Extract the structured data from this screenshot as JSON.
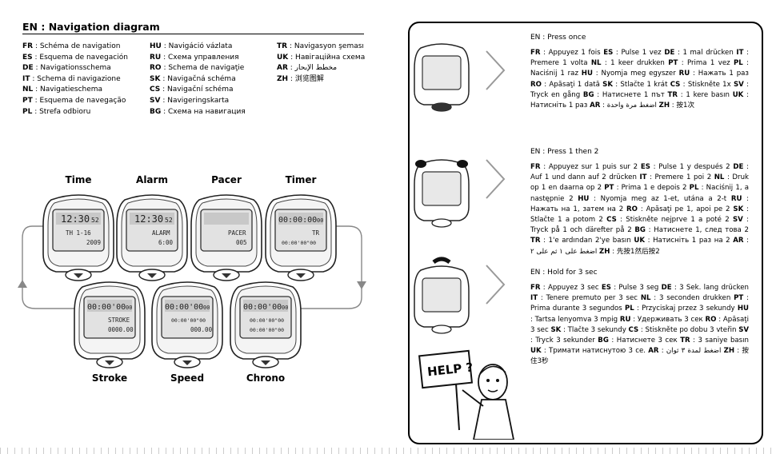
{
  "title": "EN : Navigation diagram",
  "translations": {
    "col1": [
      {
        "code": "FR",
        "text": " : Schéma de navigation"
      },
      {
        "code": "ES",
        "text": " : Esquema de navegación"
      },
      {
        "code": "DE",
        "text": " : Navigationsschema"
      },
      {
        "code": "IT",
        "text": " : Schema di navigazione"
      },
      {
        "code": "NL",
        "text": " : Navigatieschema"
      },
      {
        "code": "PT",
        "text": " : Esquema de navegação"
      },
      {
        "code": "PL",
        "text": " : Strefa odbioru"
      }
    ],
    "col2": [
      {
        "code": "HU",
        "text": " : Navigáció vázlata"
      },
      {
        "code": "RU",
        "text": " : Схема управления"
      },
      {
        "code": "RO",
        "text": " : Schema de navigaţie"
      },
      {
        "code": "SK",
        "text": " : Navigačná schéma"
      },
      {
        "code": "CS",
        "text": " : Navigační schéma"
      },
      {
        "code": "SV",
        "text": " : Navigeringskarta"
      },
      {
        "code": "BG",
        "text": " : Схема на навигация"
      }
    ],
    "col3": [
      {
        "code": "TR",
        "text": " : Navigasyon şeması"
      },
      {
        "code": "UK",
        "text": " : Навігаційна схема"
      },
      {
        "code": "AR",
        "text": " : مخطط الإبحار"
      },
      {
        "code": "ZH",
        "text": " : 浏览图解"
      }
    ]
  },
  "modes": {
    "time": {
      "label": "Time",
      "l1": "12:30",
      "l1s": "52",
      "l2": "TH 1-16",
      "l3": "2009"
    },
    "alarm": {
      "label": "Alarm",
      "l1": "12:30",
      "l1s": "52",
      "l2": "ALARM",
      "l3": "6:00"
    },
    "pacer": {
      "label": "Pacer",
      "l2": "PACER",
      "l3": "005"
    },
    "timer": {
      "label": "Timer",
      "l1": "00:00:00",
      "l1s": "00",
      "l2": "TR",
      "l3": "00:00'00\"00"
    },
    "stroke": {
      "label": "Stroke",
      "l1": "00:00'00",
      "l1s": "00",
      "l2": "STROKE",
      "l3": "0000.00"
    },
    "speed": {
      "label": "Speed",
      "l1": "00:00'00",
      "l1s": "00",
      "l2": "00:00'00\"00",
      "l3": "000.00"
    },
    "chrono": {
      "label": "Chrono",
      "l1": "00:00'00",
      "l1s": "00",
      "l2": "00:00'00\"00",
      "l3": "00:00'00\"00"
    }
  },
  "steps": [
    {
      "head": "EN : Press once",
      "body": [
        {
          "b": "FR",
          "t": " : Appuyez 1 fois "
        },
        {
          "b": "ES",
          "t": " : Pulse 1 vez "
        },
        {
          "b": "DE",
          "t": " : 1 mal drücken "
        },
        {
          "b": "IT",
          "t": " : Premere 1 volta "
        },
        {
          "b": "NL",
          "t": " : 1 keer drukken "
        },
        {
          "b": "PT",
          "t": " : Prima 1 vez "
        },
        {
          "b": "PL",
          "t": " : Naciśnij 1 raz "
        },
        {
          "b": "HU",
          "t": " : Nyomja meg egyszer "
        },
        {
          "b": "RU",
          "t": " : Нажать 1 раз "
        },
        {
          "b": "RO",
          "t": " : Apăsaţi 1 dată "
        },
        {
          "b": "SK",
          "t": " : Stlačte 1 krát "
        },
        {
          "b": "CS",
          "t": " : Stiskněte 1x "
        },
        {
          "b": "SV",
          "t": " : Tryck en gång "
        },
        {
          "b": "BG",
          "t": " : Натиснете 1 път "
        },
        {
          "b": "TR",
          "t": " : 1 kere basın "
        },
        {
          "b": "UK",
          "t": " : Натисніть 1 раз "
        },
        {
          "b": "AR",
          "t": " : اضغط مرة واحدة "
        },
        {
          "b": "ZH",
          "t": " : 按1次"
        }
      ]
    },
    {
      "head": "EN : Press 1 then 2",
      "body": [
        {
          "b": "FR",
          "t": " : Appuyez sur 1 puis sur 2 "
        },
        {
          "b": "ES",
          "t": " : Pulse 1 y después 2 "
        },
        {
          "b": "DE",
          "t": " : Auf 1 und dann auf 2 drücken "
        },
        {
          "b": "IT",
          "t": " : Premere 1 poi 2 "
        },
        {
          "b": "NL",
          "t": " : Druk op 1 en daarna op 2 "
        },
        {
          "b": "PT",
          "t": " : Prima 1 e depois 2 "
        },
        {
          "b": "PL",
          "t": " : Naciśnij 1, a następnie 2 "
        },
        {
          "b": "HU",
          "t": " : Nyomja meg az 1-et, utána a 2-t "
        },
        {
          "b": "RU",
          "t": " : Нажать на 1, затем на 2 "
        },
        {
          "b": "RO",
          "t": " : Apăsaţi pe 1, apoi pe 2 "
        },
        {
          "b": "SK",
          "t": " : Stlačte 1 a potom 2 "
        },
        {
          "b": "CS",
          "t": " : Stiskněte nejprve 1 a poté 2 "
        },
        {
          "b": "SV",
          "t": " : Tryck på 1 och därefter på 2 "
        },
        {
          "b": "BG",
          "t": " : Натиснете 1, след това 2 "
        },
        {
          "b": "TR",
          "t": " : 1'e ardından 2'ye basın "
        },
        {
          "b": "UK",
          "t": " : Натисніть 1 раз на 2 "
        },
        {
          "b": "AR",
          "t": " : اضغط على ١ ثم على ٢ "
        },
        {
          "b": "ZH",
          "t": " : 先按1然后按2"
        }
      ]
    },
    {
      "head": "EN : Hold for 3 sec",
      "body": [
        {
          "b": "FR",
          "t": " : Appuyez 3 sec "
        },
        {
          "b": "ES",
          "t": " : Pulse 3 seg "
        },
        {
          "b": "DE",
          "t": " : 3 Sek. lang drücken "
        },
        {
          "b": "IT",
          "t": " : Tenere premuto per 3 sec "
        },
        {
          "b": "NL",
          "t": " : 3 seconden drukken "
        },
        {
          "b": "PT",
          "t": " : Prima durante 3 segundos "
        },
        {
          "b": "PL",
          "t": " : Przyciskaj przez 3 sekundy "
        },
        {
          "b": "HU",
          "t": " : Tartsa lenyomva 3 mpig "
        },
        {
          "b": "RU",
          "t": " : Удерживать 3 сек "
        },
        {
          "b": "RO",
          "t": " : Apăsaţi 3 sec "
        },
        {
          "b": "SK",
          "t": " : Tlačte 3 sekundy "
        },
        {
          "b": "CS",
          "t": " : Stiskněte po dobu 3 vteřin "
        },
        {
          "b": "SV",
          "t": " : Tryck 3 sekunder "
        },
        {
          "b": "BG",
          "t": " : Натиснете 3 сек "
        },
        {
          "b": "TR",
          "t": " : 3 saniye basın "
        },
        {
          "b": "UK",
          "t": " : Тримати натиснутою 3 сe. "
        },
        {
          "b": "AR",
          "t": " : اضغط لمدة ٣ ثوان "
        },
        {
          "b": "ZH",
          "t": " : 按住3秒"
        }
      ]
    }
  ],
  "help_sign": "HELP ?"
}
